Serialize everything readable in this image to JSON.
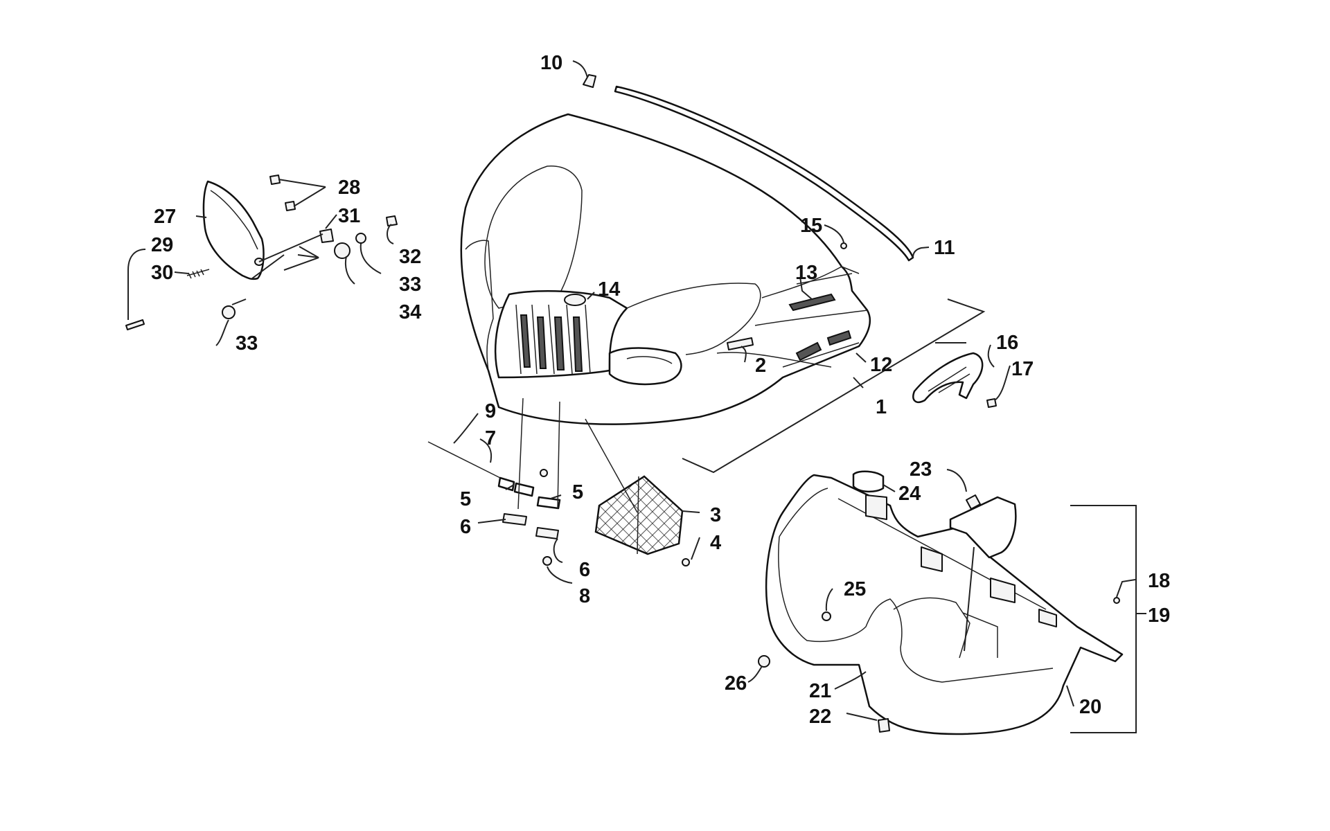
{
  "callouts": [
    "1",
    "2",
    "3",
    "4",
    "5",
    "5",
    "6",
    "6",
    "7",
    "8",
    "9",
    "10",
    "11",
    "12",
    "13",
    "14",
    "15",
    "16",
    "17",
    "18",
    "19",
    "20",
    "21",
    "22",
    "23",
    "24",
    "25",
    "26",
    "27",
    "28",
    "29",
    "30",
    "31",
    "32",
    "33",
    "33",
    "34"
  ]
}
